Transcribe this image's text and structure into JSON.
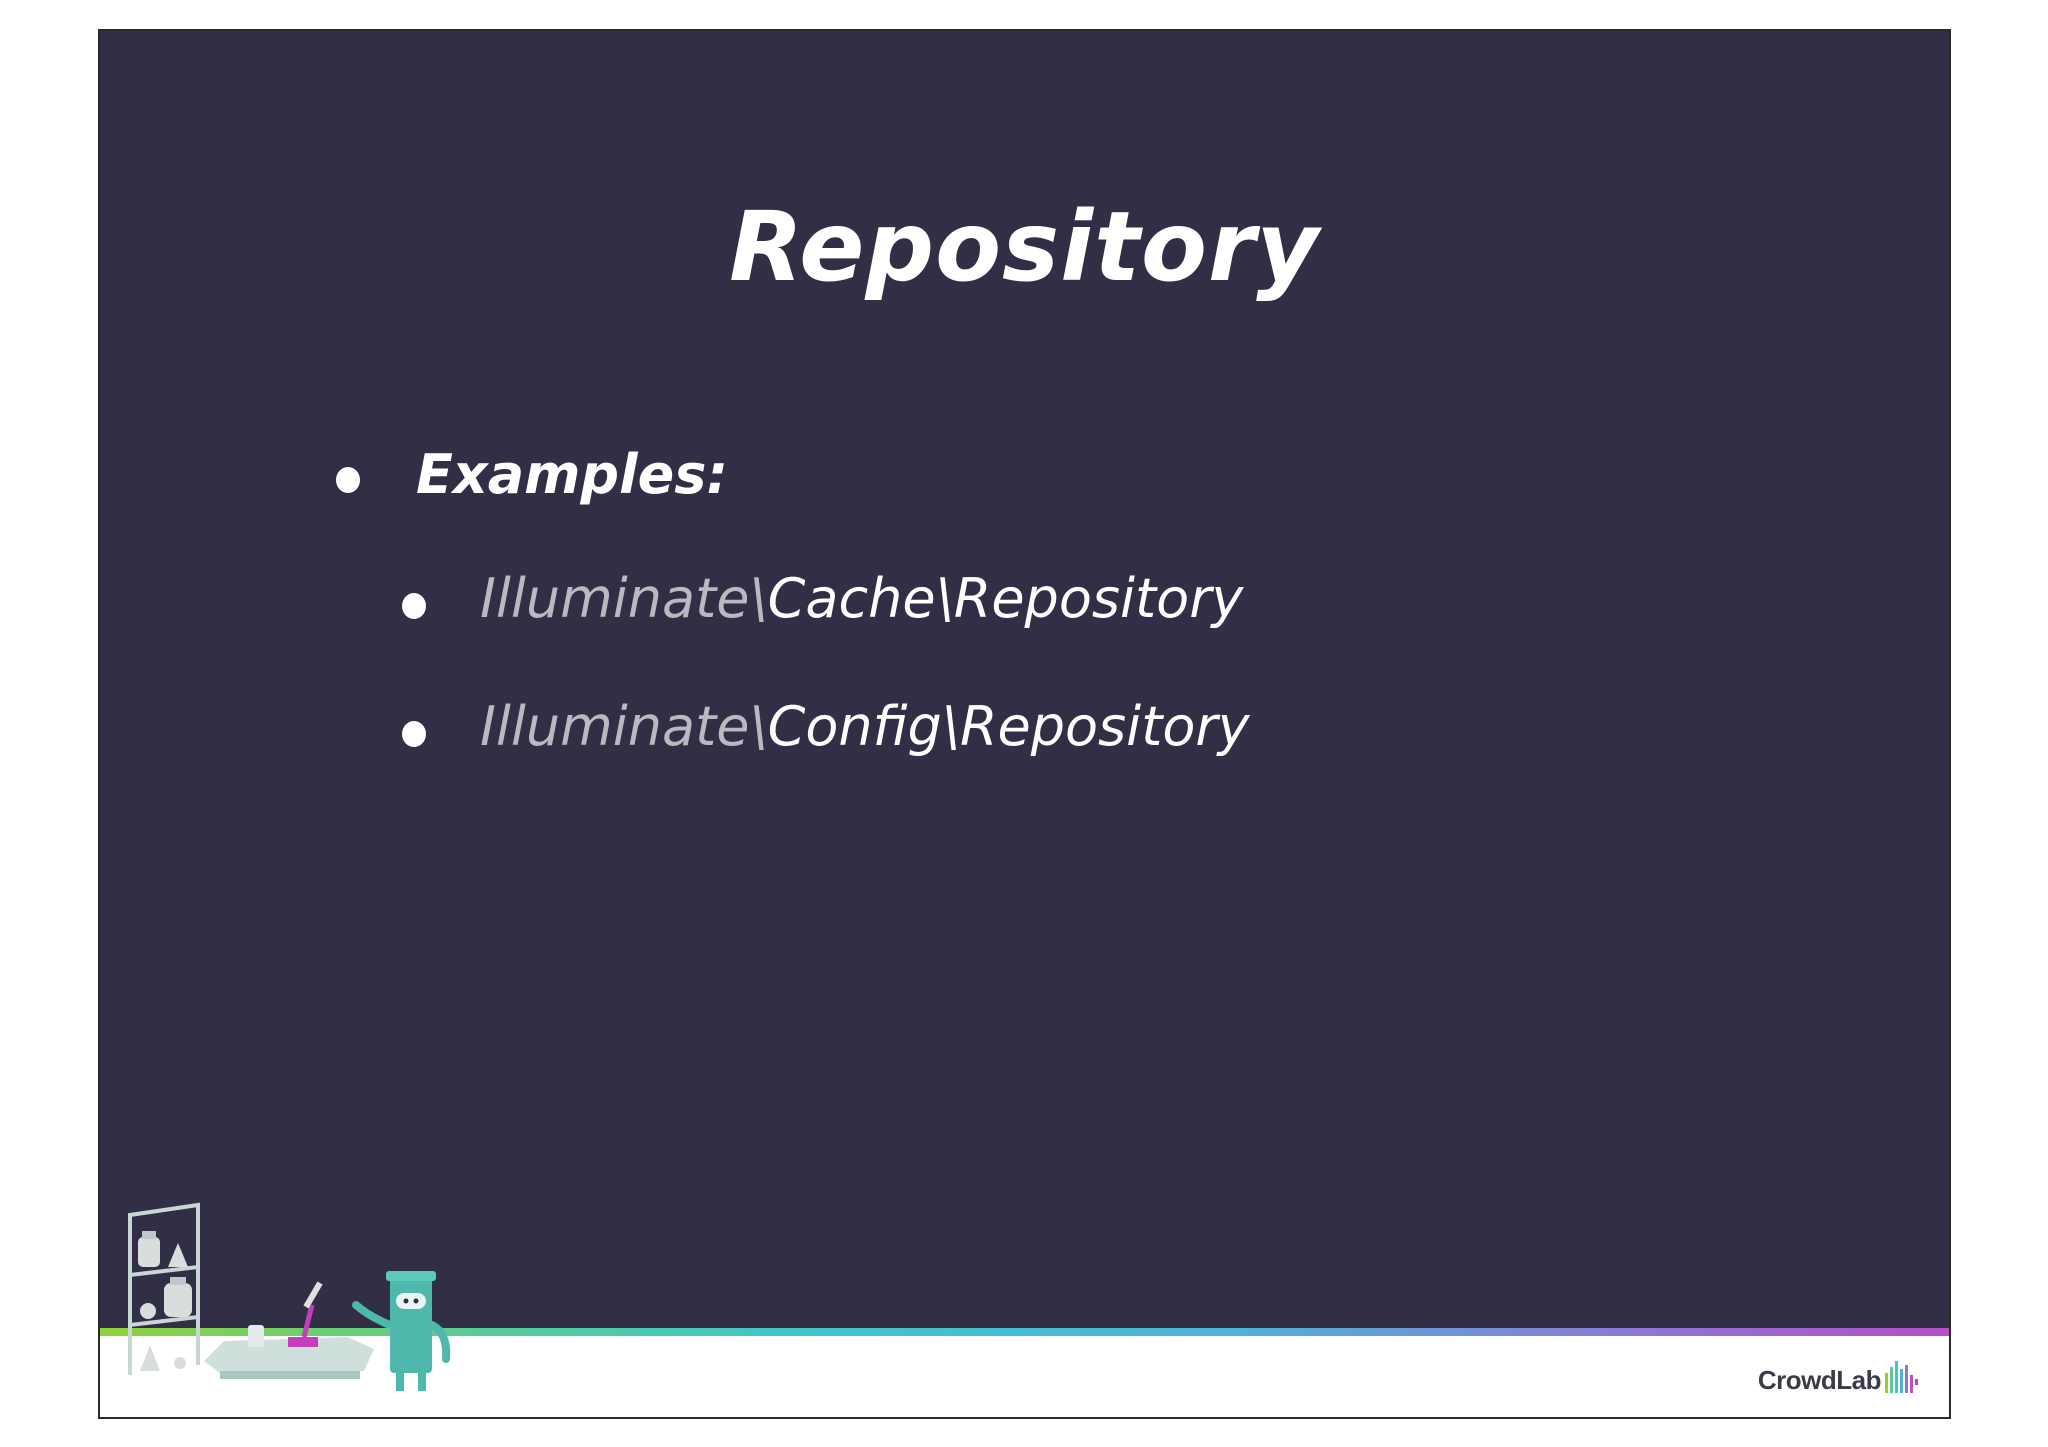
{
  "slide": {
    "title": "Repository",
    "bullets": [
      {
        "label": "Examples:",
        "children": [
          {
            "prefix": "Illuminate\\",
            "rest": "Cache\\Repository"
          },
          {
            "prefix": "Illuminate\\",
            "rest": "Config\\Repository"
          }
        ]
      }
    ]
  },
  "footer": {
    "logo_text": "CrowdLab",
    "logo_icon": "bar-chart-icon",
    "illustration": "lab-robot-illustration"
  },
  "colors": {
    "background": "#302f46",
    "title": "#ffffff",
    "namespace_prefix": "#b9b9c2",
    "strip_start": "#8fd13a",
    "strip_end": "#b44ec9"
  }
}
